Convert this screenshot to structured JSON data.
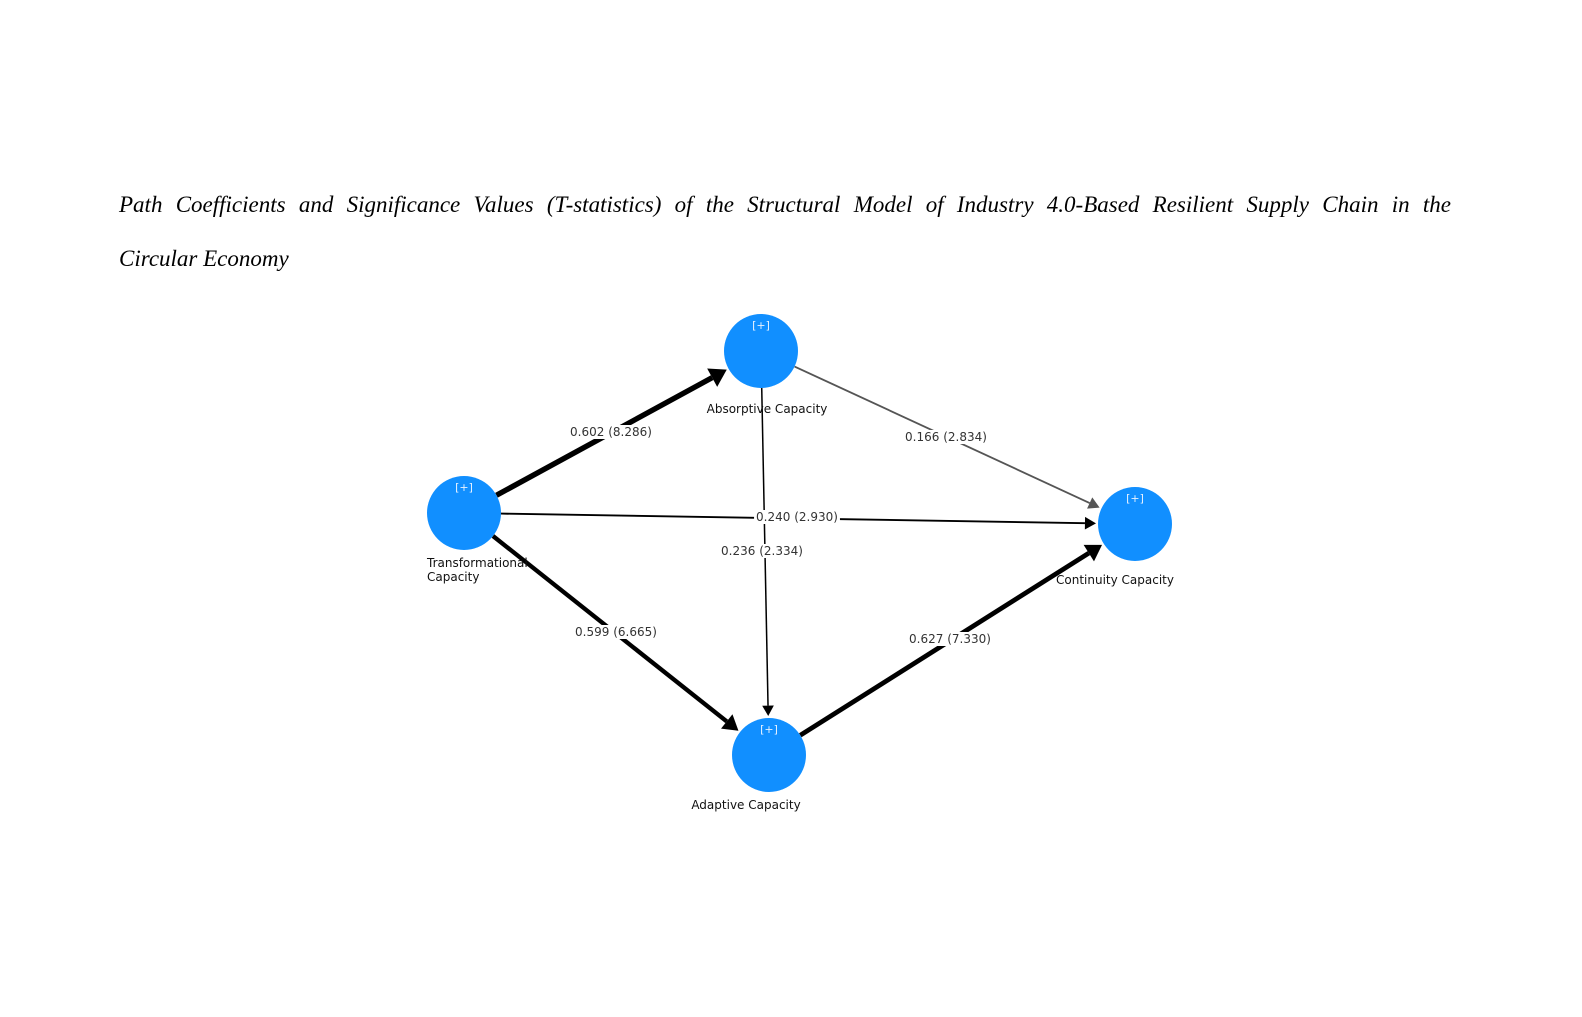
{
  "caption": {
    "line1": "Path Coefficients and Significance Values (T-statistics) of the Structural Model of Industry 4.0-Based Resilient Supply Chain in the",
    "line2": "Circular Economy"
  },
  "colors": {
    "node": "#118FFF",
    "edge": "#000000",
    "edge_thin": "#555555"
  },
  "nodes": [
    {
      "id": "T",
      "label_lines": [
        "Transformational",
        "Capacity"
      ],
      "expand": "[+]"
    },
    {
      "id": "A",
      "label_lines": [
        "Absorptive Capacity"
      ],
      "expand": "[+]"
    },
    {
      "id": "C",
      "label_lines": [
        "Continuity Capacity"
      ],
      "expand": "[+]"
    },
    {
      "id": "D",
      "label_lines": [
        "Adaptive Capacity"
      ],
      "expand": "[+]"
    }
  ],
  "edges": [
    {
      "from": "T",
      "to": "A",
      "coef": 0.602,
      "t": 8.286,
      "label": "0.602 (8.286)"
    },
    {
      "from": "T",
      "to": "D",
      "coef": 0.599,
      "t": 6.665,
      "label": "0.599 (6.665)"
    },
    {
      "from": "T",
      "to": "C",
      "coef": 0.24,
      "t": 2.93,
      "label": "0.240 (2.930)"
    },
    {
      "from": "A",
      "to": "C",
      "coef": 0.166,
      "t": 2.834,
      "label": "0.166 (2.834)"
    },
    {
      "from": "A",
      "to": "D",
      "coef": 0.236,
      "t": 2.334,
      "label": "0.236 (2.334)"
    },
    {
      "from": "D",
      "to": "C",
      "coef": 0.627,
      "t": 7.33,
      "label": "0.627 (7.330)"
    }
  ]
}
